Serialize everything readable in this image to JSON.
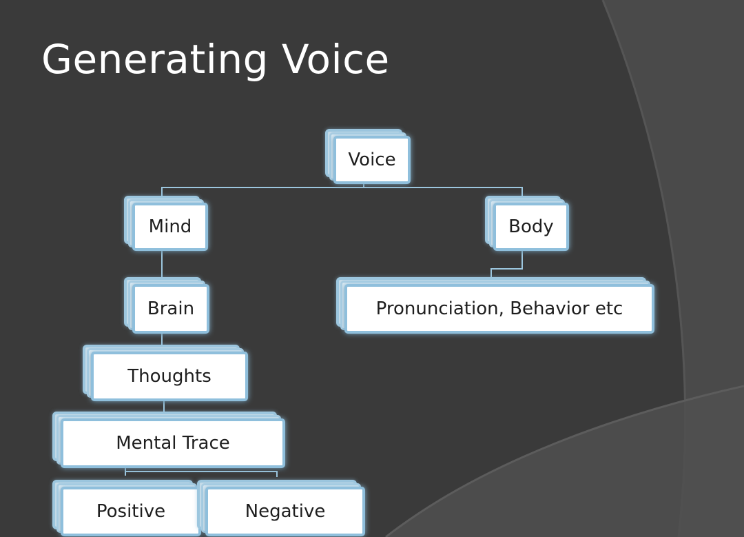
{
  "slide": {
    "title": "Generating Voice"
  },
  "diagram": {
    "nodes": {
      "voice": "Voice",
      "mind": "Mind",
      "body": "Body",
      "brain": "Brain",
      "pronunciation": "Pronunciation, Behavior etc",
      "thoughts": "Thoughts",
      "mental_trace": "Mental Trace",
      "positive": "Positive",
      "negative": "Negative"
    }
  },
  "colors": {
    "background": "#3b3b3b",
    "title": "#ffffff",
    "box_fill": "#ffffff",
    "box_border": "#8fbfdc",
    "connector": "#9cc6de"
  }
}
